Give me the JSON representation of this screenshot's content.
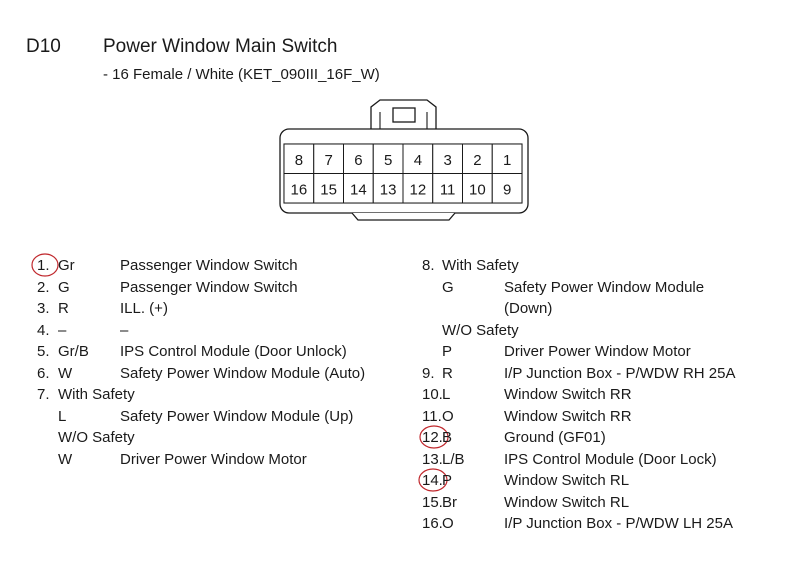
{
  "header": {
    "code": "D10",
    "title": "Power Window Main Switch",
    "subtitle": "- 16 Female / White (KET_090III_16F_W)"
  },
  "connector": {
    "top_row": [
      "8",
      "7",
      "6",
      "5",
      "4",
      "3",
      "2",
      "1"
    ],
    "bottom_row": [
      "16",
      "15",
      "14",
      "13",
      "12",
      "11",
      "10",
      "9"
    ]
  },
  "pins_left": [
    {
      "pin": "1.",
      "color": "Gr",
      "desc": "Passenger Window Switch",
      "circled": true
    },
    {
      "pin": "2.",
      "color": "G",
      "desc": "Passenger Window Switch"
    },
    {
      "pin": "3.",
      "color": "R",
      "desc": "ILL. (+)"
    },
    {
      "pin": "4.",
      "color": "–",
      "desc": "–"
    },
    {
      "pin": "5.",
      "color": "Gr/B",
      "desc": "IPS Control Module (Door Unlock)"
    },
    {
      "pin": "6.",
      "color": "W",
      "desc": "Safety Power Window Module (Auto)"
    },
    {
      "pin": "7.",
      "color": "With Safety",
      "desc": ""
    },
    {
      "pin": "",
      "color": "L",
      "desc": "Safety Power Window Module (Up)"
    },
    {
      "pin": "",
      "color": "W/O Safety",
      "desc": ""
    },
    {
      "pin": "",
      "color": "W",
      "desc": "Driver Power Window Motor"
    }
  ],
  "pins_right": [
    {
      "pin": "8.",
      "color": "With Safety",
      "desc": ""
    },
    {
      "pin": "",
      "color": "G",
      "desc": "Safety Power Window Module"
    },
    {
      "pin": "",
      "color": "",
      "desc": "(Down)"
    },
    {
      "pin": "",
      "color": "W/O Safety",
      "desc": ""
    },
    {
      "pin": "",
      "color": "P",
      "desc": "Driver Power Window Motor"
    },
    {
      "pin": "9.",
      "color": "R",
      "desc": "I/P Junction Box - P/WDW RH 25A"
    },
    {
      "pin": "10.",
      "color": "L",
      "desc": "Window Switch RR"
    },
    {
      "pin": "11.",
      "color": "O",
      "desc": "Window Switch RR"
    },
    {
      "pin": "12.",
      "color": "B",
      "desc": "Ground (GF01)",
      "circled": true
    },
    {
      "pin": "13.",
      "color": "L/B",
      "desc": "IPS Control Module (Door Lock)"
    },
    {
      "pin": "14.",
      "color": "P",
      "desc": "Window Switch RL",
      "circled": true
    },
    {
      "pin": "15.",
      "color": "Br",
      "desc": "Window Switch RL"
    },
    {
      "pin": "16.",
      "color": "O",
      "desc": "I/P Junction Box - P/WDW LH 25A"
    }
  ],
  "colors": {
    "annotation": "#c0282d",
    "line": "#1a1a1a"
  }
}
